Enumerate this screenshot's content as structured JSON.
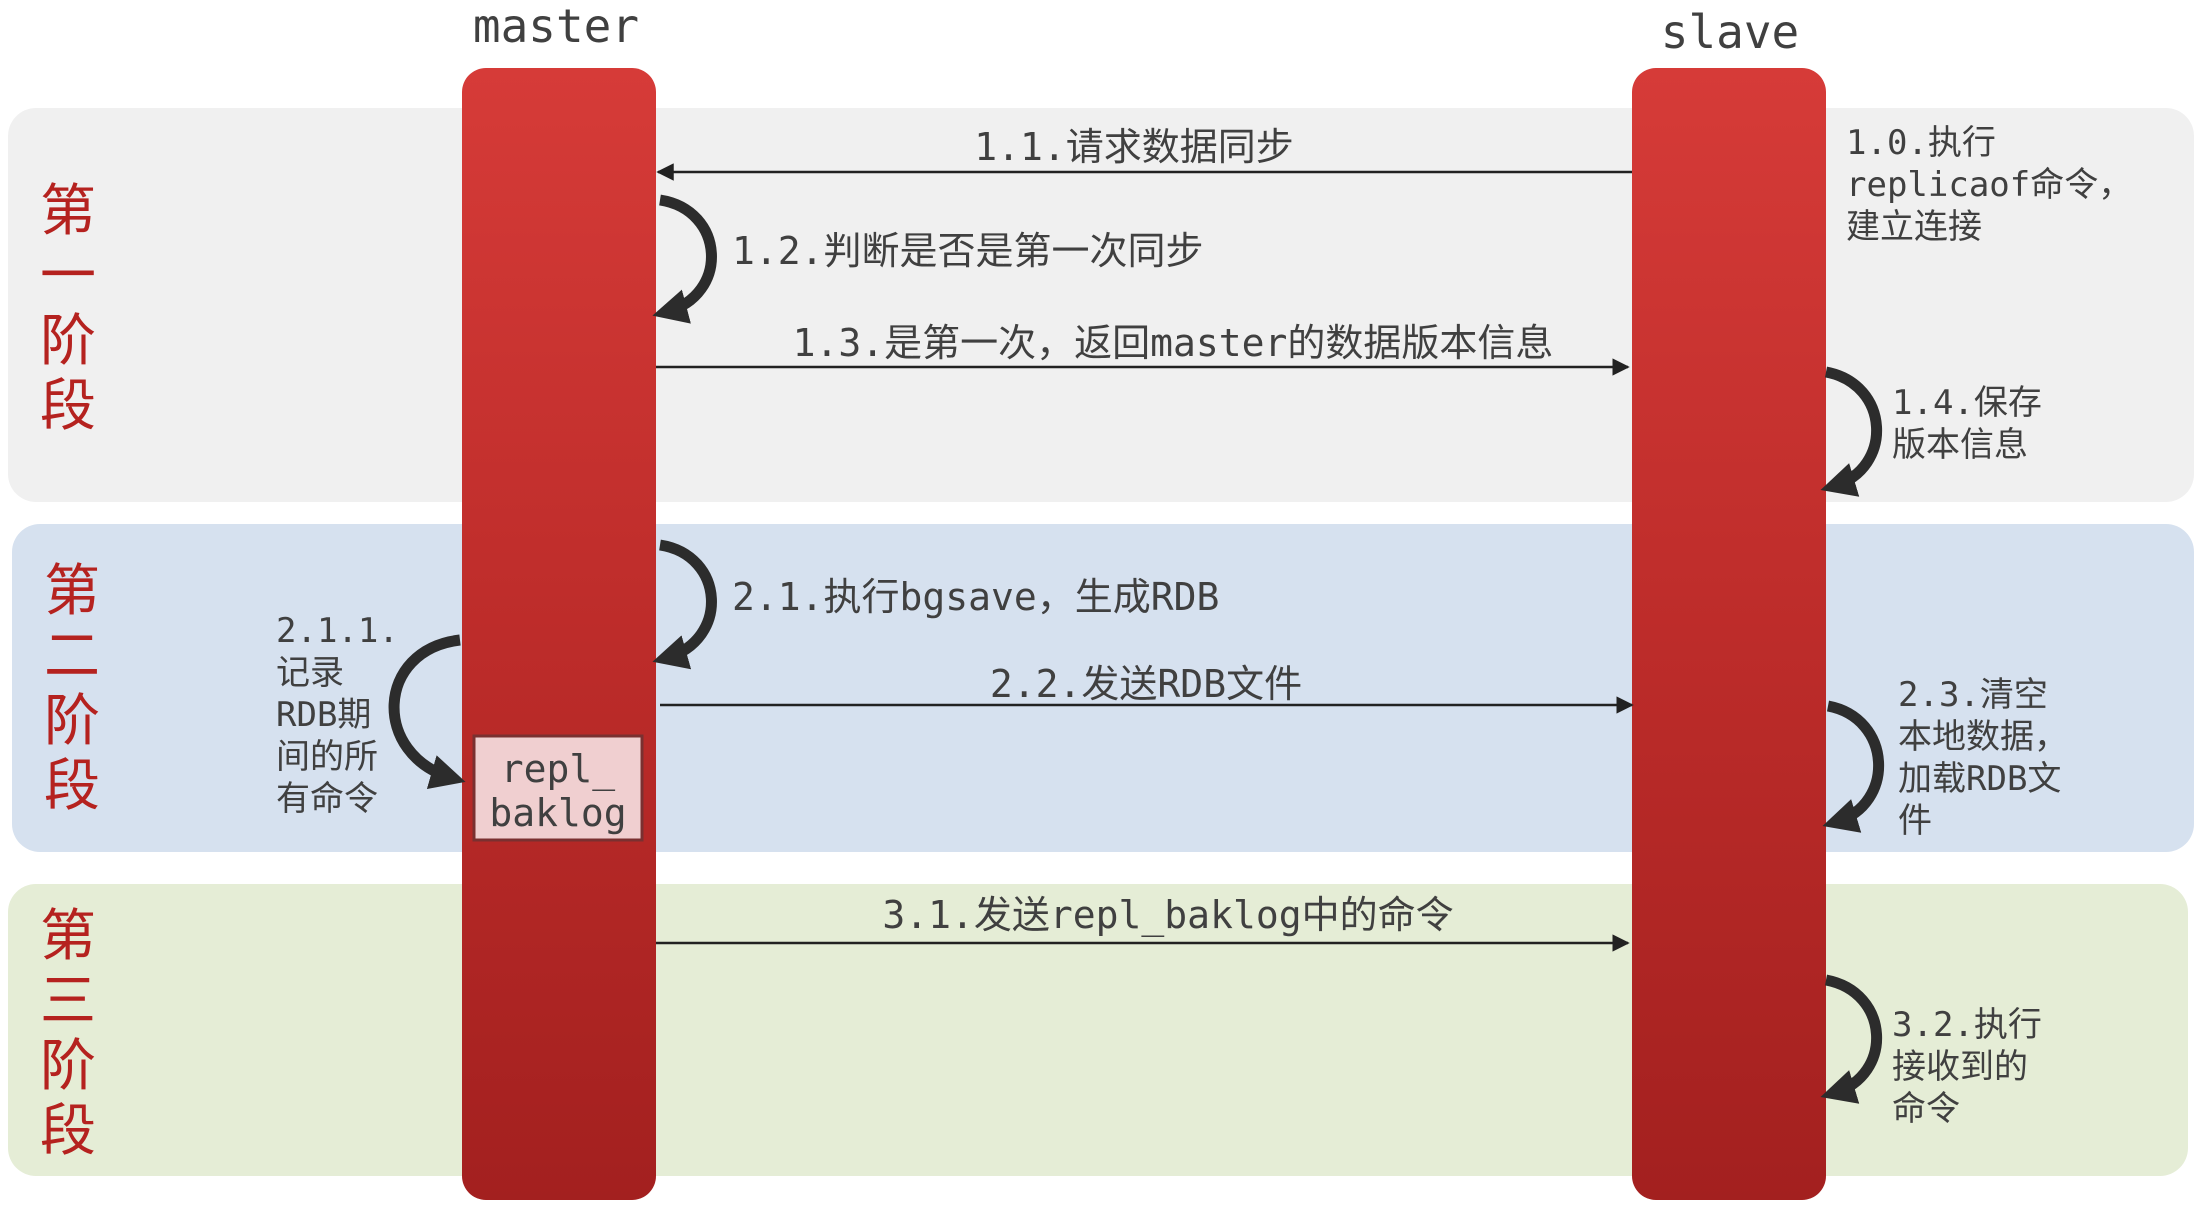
{
  "headers": {
    "master": "master",
    "slave": "slave"
  },
  "stages": [
    {
      "chars": [
        "第",
        "一",
        "阶",
        "段"
      ],
      "color": "#f0f0f0"
    },
    {
      "chars": [
        "第",
        "二",
        "阶",
        "段"
      ],
      "color": "#d6e1ef"
    },
    {
      "chars": [
        "第",
        "三",
        "阶",
        "段"
      ],
      "color": "#e5edd6"
    }
  ],
  "buffer": {
    "lines": [
      "repl_",
      "baklog"
    ]
  },
  "steps": {
    "s1_0": [
      "1.0.执行",
      "replicaof命令，",
      "建立连接"
    ],
    "s1_1": "1.1.请求数据同步",
    "s1_2": "1.2.判断是否是第一次同步",
    "s1_3": "1.3.是第一次，返回master的数据版本信息",
    "s1_4": [
      "1.4.保存",
      "版本信息"
    ],
    "s2_1": "2.1.执行bgsave，生成RDB",
    "s2_1_1": [
      "2.1.1.",
      "记录",
      "RDB期",
      "间的所",
      "有命令"
    ],
    "s2_2": "2.2.发送RDB文件",
    "s2_3": [
      "2.3.清空",
      "本地数据，",
      "加载RDB文",
      "件"
    ],
    "s3_1": "3.1.发送repl_baklog中的命令",
    "s3_2": [
      "3.2.执行",
      "接收到的",
      "命令"
    ]
  },
  "colors": {
    "bar_top": "#d63b38",
    "bar_bottom": "#a3201f",
    "stage_text": "#b5221f",
    "buffer_fill": "#f0cfd0"
  }
}
